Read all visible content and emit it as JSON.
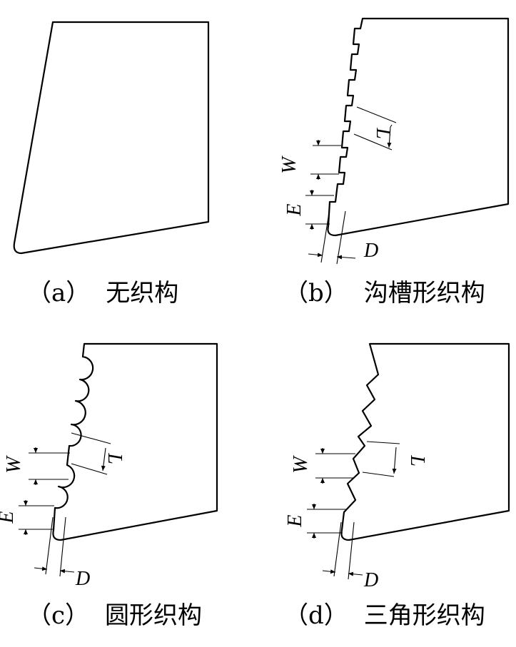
{
  "panels": [
    {
      "id": "a",
      "label": "（a）",
      "title": "无织构"
    },
    {
      "id": "b",
      "label": "（b）",
      "title": "沟槽形织构"
    },
    {
      "id": "c",
      "label": "（c）",
      "title": "圆形织构"
    },
    {
      "id": "d",
      "label": "（d）",
      "title": "三角形织构"
    }
  ],
  "dimensions": {
    "W": "W",
    "L": "L",
    "E": "E",
    "D": "D"
  }
}
